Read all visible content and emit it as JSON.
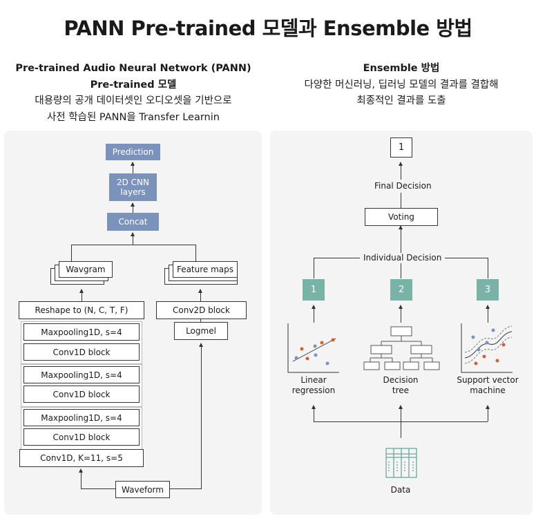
{
  "title": "PANN Pre-trained 모델과 Ensemble 방법",
  "left_header": {
    "line1": "Pre-trained Audio Neural Network (PANN)",
    "line2": "Pre-trained 모델",
    "line3": "대용량의 공개 데이터셋인 오디오셋을 기반으로",
    "line4": "사전 학습된 PANN을 Transfer Learnin"
  },
  "right_header": {
    "line1": "Ensemble 방법",
    "line2": "다양한 머신러닝, 딥러닝 모델의 결과를 결합해",
    "line3": "최종적인 결과를 도출"
  },
  "pann": {
    "prediction": "Prediction",
    "cnn_layers": "2D CNN\nlayers",
    "concat": "Concat",
    "wavgram": "Wavgram",
    "feature_maps": "Feature maps",
    "reshape": "Reshape to (N, C, T, F)",
    "conv2d_block": "Conv2D block",
    "logmel": "Logmel",
    "blocks": [
      {
        "maxpool": "Maxpooling1D, s=4",
        "conv": "Conv1D block"
      },
      {
        "maxpool": "Maxpooling1D, s=4",
        "conv": "Conv1D block"
      },
      {
        "maxpool": "Maxpooling1D, s=4",
        "conv": "Conv1D block"
      }
    ],
    "conv1d": "Conv1D, K=11, s=5",
    "waveform": "Waveform"
  },
  "ensemble": {
    "final_value": "1",
    "final_decision": "Final Decision",
    "voting": "Voting",
    "individual_decision": "Individual Decision",
    "models": [
      {
        "number": "1",
        "name": "Linear\nregression"
      },
      {
        "number": "2",
        "name": "Decision\ntree"
      },
      {
        "number": "3",
        "name": "Support vector\nmachine"
      }
    ],
    "data": "Data"
  },
  "colors": {
    "blue_box": "#7b93bb",
    "teal_box": "#79b2a6",
    "panel_bg": "#f4f4f4",
    "blue_dot": "#7b93bb",
    "orange_dot": "#d0602e"
  }
}
